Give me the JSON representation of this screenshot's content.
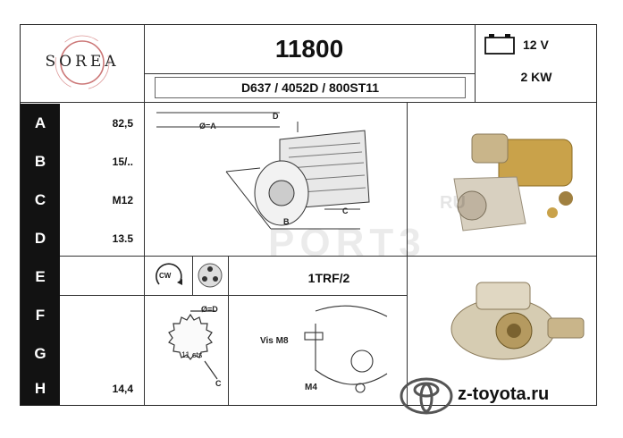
{
  "brand": {
    "name": "SOREA"
  },
  "product": {
    "part_number": "11800",
    "references": "D637 / 4052D / 800ST11",
    "voltage": "12 V",
    "power": "2 KW"
  },
  "dimensions": [
    {
      "letter": "A",
      "value": "82,5"
    },
    {
      "letter": "B",
      "value": "15/.."
    },
    {
      "letter": "C",
      "value": "M12"
    },
    {
      "letter": "D",
      "value": "13.5"
    },
    {
      "letter": "E",
      "value": ""
    },
    {
      "letter": "F",
      "value": ""
    },
    {
      "letter": "G",
      "value": ""
    },
    {
      "letter": "H",
      "value": "14,4"
    }
  ],
  "drawing": {
    "label_diam_a": "Ø=A",
    "label_d": "D",
    "label_c": "C",
    "label_b": "B",
    "rotation": "CW",
    "terminal_code": "1TRF/2",
    "label_diam_d": "Ø=D",
    "teeth": "11 cts",
    "screw": "Vis M8",
    "thread": "M4"
  },
  "watermarks": {
    "site": "z-toyota.ru",
    "port": "PORT3",
    "ru": "RU"
  },
  "colors": {
    "header_cell": "#121212",
    "line": "#333333"
  }
}
